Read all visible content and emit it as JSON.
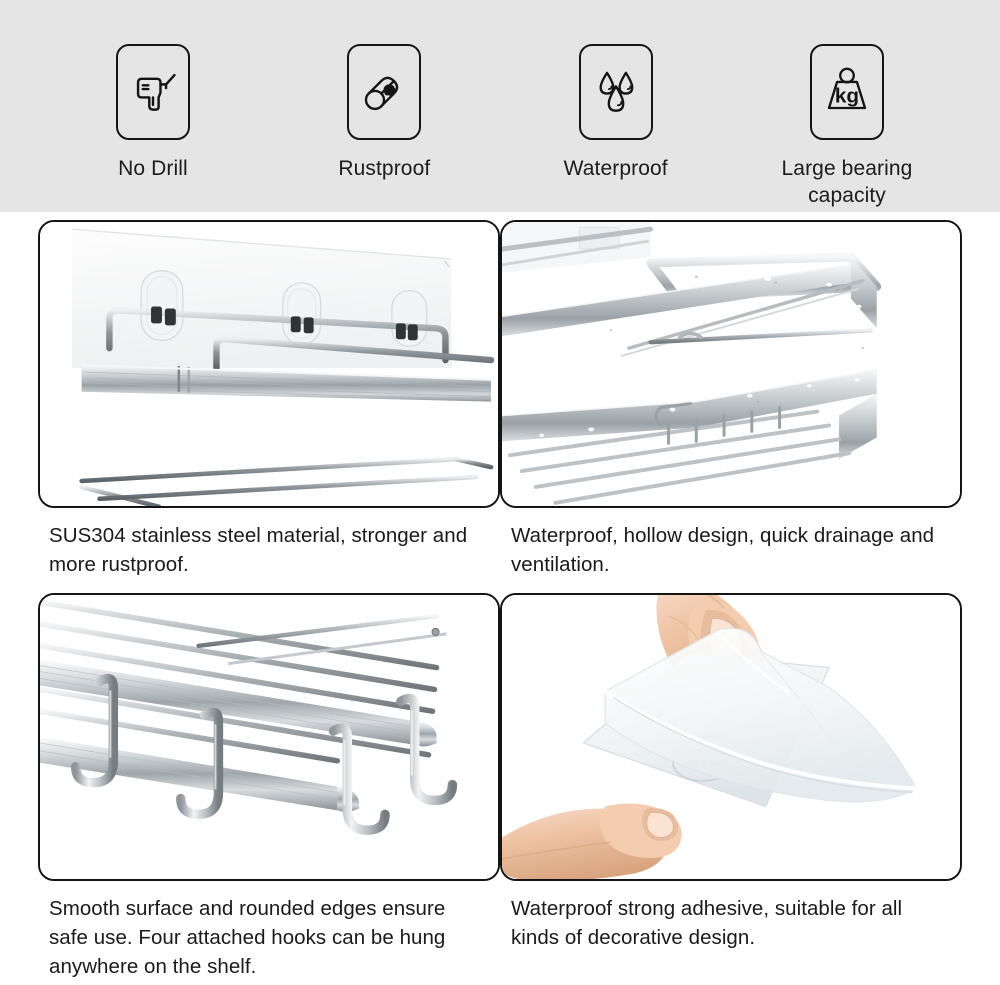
{
  "features": [
    {
      "icon": "drill-icon",
      "label": "No Drill"
    },
    {
      "icon": "rust-pipe-icon",
      "label": "Rustproof"
    },
    {
      "icon": "water-drops-icon",
      "label": "Waterproof"
    },
    {
      "icon": "kg-weight-icon",
      "label": "Large bearing capacity",
      "badge": "kg"
    }
  ],
  "panels": [
    {
      "image": "shelf-adhesive-wall-mount-photo",
      "caption": "SUS304 stainless steel material, stronger and more rustproof."
    },
    {
      "image": "wet-shelf-drainage-photo",
      "caption": "Waterproof, hollow design, quick drainage and ventilation."
    },
    {
      "image": "shelf-with-four-hooks-photo",
      "caption": "Smooth surface and rounded edges ensure safe use. Four attached hooks can be hung anywhere on the shelf."
    },
    {
      "image": "hands-peeling-adhesive-sticker-photo",
      "caption": "Waterproof strong adhesive, suitable for all kinds of decorative design."
    }
  ],
  "colors": {
    "band_background": "#e5e5e5",
    "page_background": "#ffffff",
    "outline": "#141414",
    "text": "#1a1a1a",
    "steel_light": "#e8eaec",
    "steel_mid": "#b4b9bd",
    "steel_dark": "#6d7478",
    "skin": "#f0c3a4"
  }
}
